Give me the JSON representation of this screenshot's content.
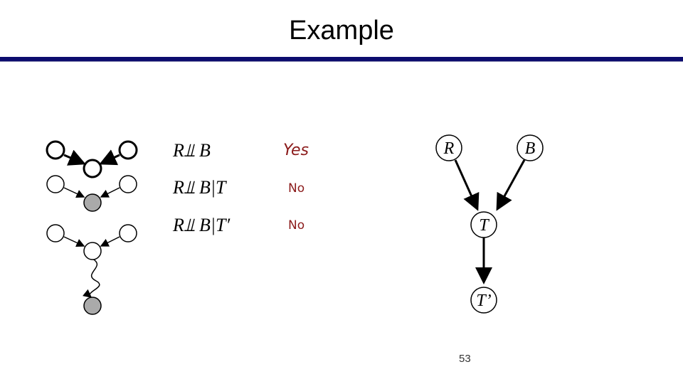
{
  "title": "Example",
  "rows": [
    {
      "expr": "R⫫ B",
      "answer": "Yes"
    },
    {
      "expr": "R⫫ B|T",
      "answer": "No"
    },
    {
      "expr": "R⫫ B|T′",
      "answer": "No"
    }
  ],
  "graph": {
    "nodes": {
      "r": "R",
      "b": "B",
      "t": "T",
      "t2": "T’"
    }
  },
  "colors": {
    "answer": "#8b1a1a",
    "rule": "#0c0c6e",
    "observed": "#aaaaaa"
  },
  "page_number": "53"
}
